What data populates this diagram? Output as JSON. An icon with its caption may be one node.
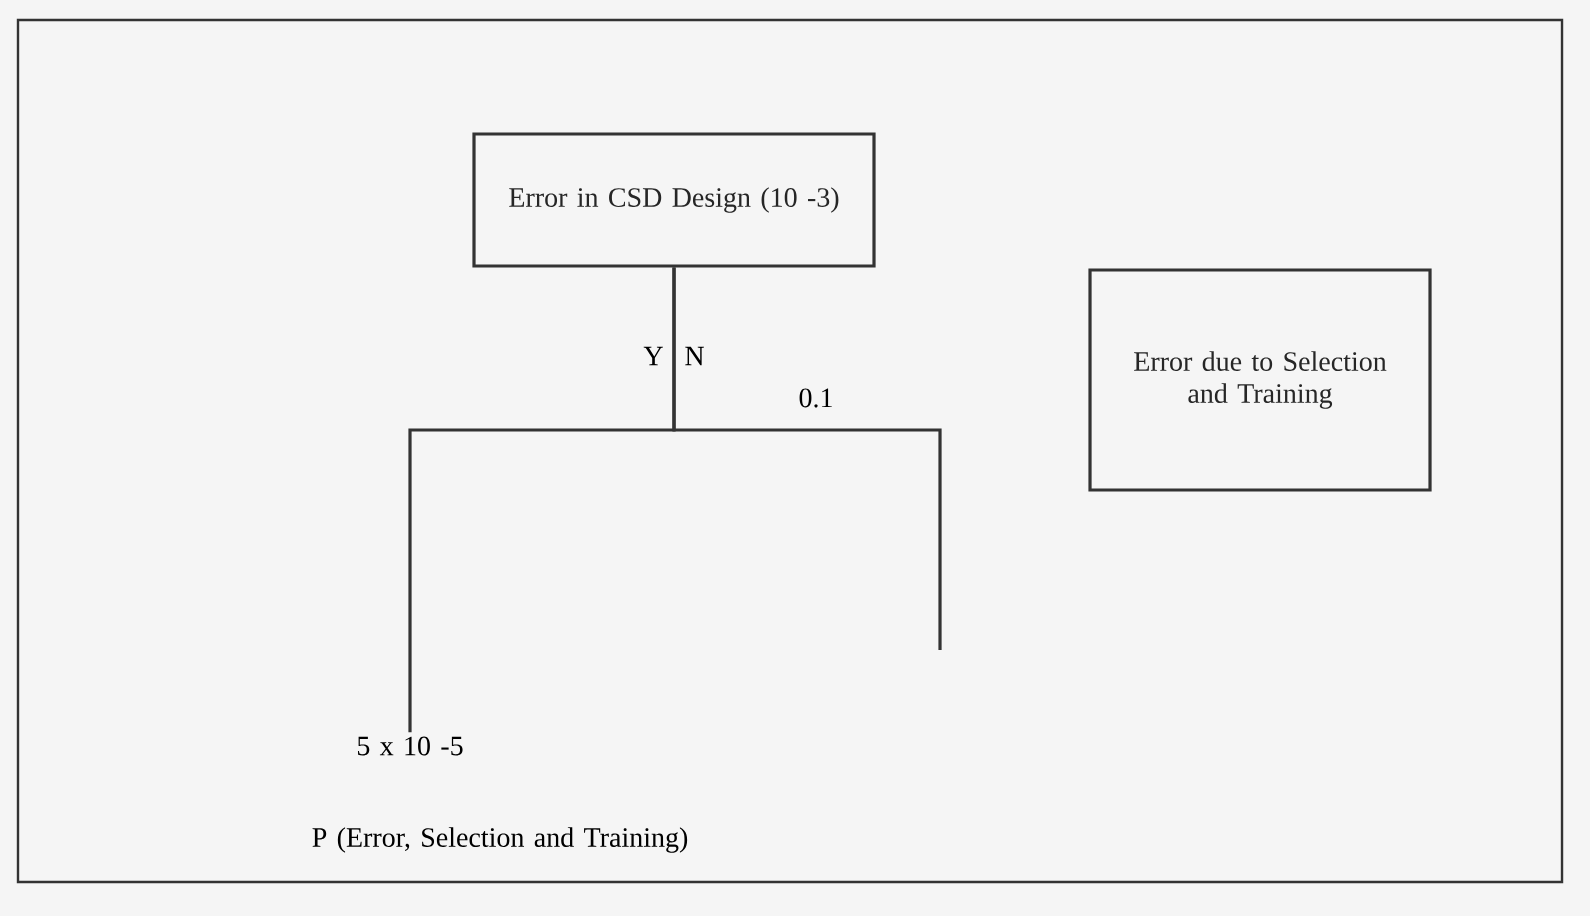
{
  "diagram": {
    "nodes": [
      {
        "text": [
          "Error in CSD Design (10 -3)"
        ]
      },
      {
        "text": [
          "Error due to Selection and Training"
        ]
      },
      {
        "text": [
          "5 x 10 -5"
        ]
      }
    ],
    "edges": [
      {
        "from": 0,
        "to": 2,
        "arrow": "none",
        "label": "Y"
      },
      {
        "from": 0,
        "to": null,
        "arrow": "none",
        "label": "N"
      }
    ],
    "labels": [
      "0.1",
      "P (Error, Selection and Training)"
    ]
  }
}
